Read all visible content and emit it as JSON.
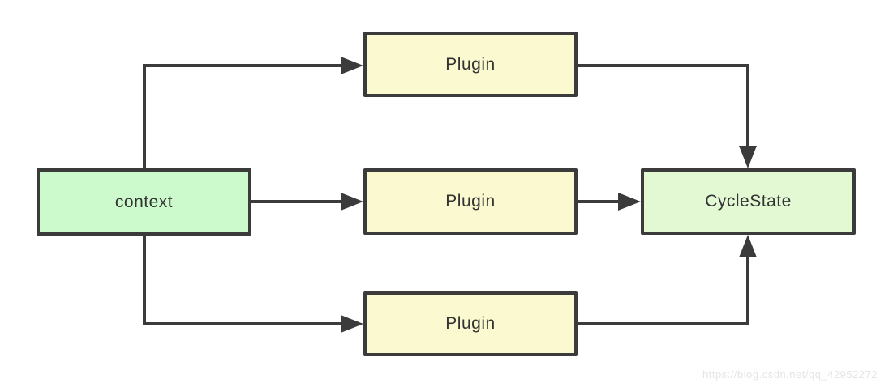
{
  "diagram": {
    "nodes": [
      {
        "id": "context",
        "label": "context",
        "fill": "#ccfacc"
      },
      {
        "id": "plugin-top",
        "label": "Plugin",
        "fill": "#fbf9cf"
      },
      {
        "id": "plugin-middle",
        "label": "Plugin",
        "fill": "#fbf9cf"
      },
      {
        "id": "plugin-bottom",
        "label": "Plugin",
        "fill": "#fbf9cf"
      },
      {
        "id": "cyclestate",
        "label": "CycleState",
        "fill": "#e3f9d3"
      }
    ],
    "edges": [
      {
        "from": "context",
        "to": "plugin-top"
      },
      {
        "from": "context",
        "to": "plugin-middle"
      },
      {
        "from": "context",
        "to": "plugin-bottom"
      },
      {
        "from": "plugin-top",
        "to": "cyclestate"
      },
      {
        "from": "plugin-middle",
        "to": "cyclestate"
      },
      {
        "from": "plugin-bottom",
        "to": "cyclestate"
      }
    ]
  },
  "watermark": {
    "text": "https://blog.csdn.net/qq_42952272"
  },
  "colors": {
    "canvas": "#ffffff",
    "node-border": "#3b3b3b",
    "line": "#3b3b3b",
    "text": "#333333",
    "context-fill": "#ccfacc",
    "plugin-fill": "#fbf9cf",
    "cyclestate-fill": "#e3f9d3",
    "watermark": "#e5e5e5"
  }
}
